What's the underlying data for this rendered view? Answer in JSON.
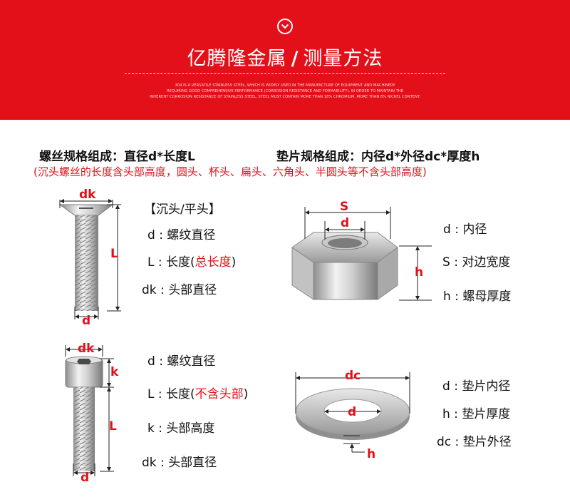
{
  "banner": {
    "brand": "亿腾隆金属",
    "slash": "/",
    "subtitle": "测量方法",
    "fine_lines": [
      "304 IS A VERSATILE STAINLESS STEEL, WHICH IS WIDELY USED IN THE MANUFACTURE OF EQUIPMENT AND MACHINERY",
      "REQUIRING GOOD COMPREHENSIVE PERFORMANCE (CORROSION RESISTANCE AND FORMABILITY). IN ORDER TO MAINTAIN THE",
      "INHERENT CORROSION RESISTANCE OF STAINLESS STEEL, STEEL MUST CONTAIN MORE THAN 18% CHROMIUM, MORE THAN 8% NICKEL CONTENT."
    ]
  },
  "screw_spec": "螺丝规格组成：直径d*长度L",
  "washer_spec": "垫片规格组成：内径d*外径dc*厚度h",
  "length_note": "(沉头螺丝的长度含头部高度，圆头、杯头、扁头、六角头、半圆头等不含头部高度)",
  "countersunk": {
    "title": "【沉头/平头】",
    "d_key": "d",
    "d_label": "螺纹直径",
    "L_key": "L",
    "L_label_prefix": "长度(",
    "L_label_em": "总长度",
    "L_label_suffix": ")",
    "dk_key": "dk",
    "dk_label": "头部直径",
    "marks": {
      "dk": "dk",
      "L": "L",
      "d": "d"
    }
  },
  "nut": {
    "d_key": "d",
    "d_label": "内径",
    "S_key": "S",
    "S_label": "对边宽度",
    "h_key": "h",
    "h_label": "螺母厚度",
    "marks": {
      "S": "S",
      "d": "d",
      "h": "h"
    }
  },
  "socket": {
    "d_key": "d",
    "d_label": "螺纹直径",
    "L_key": "L",
    "L_label_prefix": "长度(",
    "L_label_em": "不含头部",
    "L_label_suffix": ")",
    "k_key": "k",
    "k_label": "头部高度",
    "dk_key": "dk",
    "dk_label": "头部直径",
    "marks": {
      "dk": "dk",
      "k": "k",
      "L": "L",
      "d": "d"
    }
  },
  "washer": {
    "d_key": "d",
    "d_label": "垫片内径",
    "h_key": "h",
    "h_label": "垫片厚度",
    "dc_key": "dc",
    "dc_label": "垫片外径",
    "marks": {
      "dc": "dc",
      "d": "d",
      "h": "h"
    }
  },
  "colors": {
    "banner": "#e3101a",
    "accent": "#e3101a",
    "text": "#111111"
  }
}
